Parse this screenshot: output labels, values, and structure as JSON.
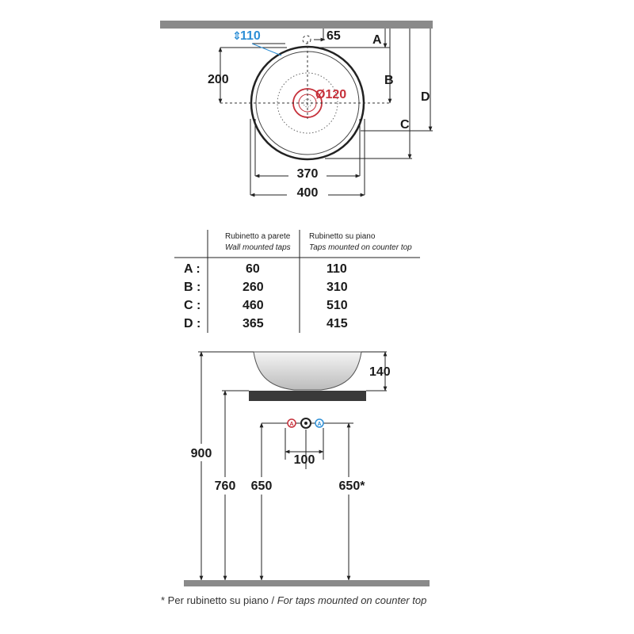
{
  "top_view": {
    "dim_tap_hole": "110",
    "dim_tap_offset": "65",
    "dim_center": "200",
    "dim_drain": "Ø120",
    "dim_inner": "370",
    "dim_outer": "400",
    "letter_a": "A",
    "letter_b": "B",
    "letter_c": "C",
    "letter_d": "D"
  },
  "table": {
    "col1_title": "Rubinetto a parete",
    "col1_subtitle": "Wall mounted taps",
    "col2_title": "Rubinetto su piano",
    "col2_subtitle": "Taps mounted on counter top",
    "rows": [
      {
        "label": "A :",
        "wall": "60",
        "counter": "110"
      },
      {
        "label": "B :",
        "wall": "260",
        "counter": "310"
      },
      {
        "label": "C :",
        "wall": "460",
        "counter": "510"
      },
      {
        "label": "D :",
        "wall": "365",
        "counter": "415"
      }
    ]
  },
  "side_view": {
    "dim_basin_height": "140",
    "dim_total_height": "900",
    "dim_counter_height": "760",
    "dim_pipe_left": "650",
    "dim_pipe_right": "650*",
    "dim_pipe_spacing": "100"
  },
  "footnote": {
    "prefix": "* Per rubinetto su piano / ",
    "italic": "For taps mounted on counter top"
  },
  "colors": {
    "wall_bar": "#8a8a8a",
    "counter": "#3a3a3a",
    "blue_accent": "#2e8fd6",
    "red_accent": "#c6303a"
  }
}
